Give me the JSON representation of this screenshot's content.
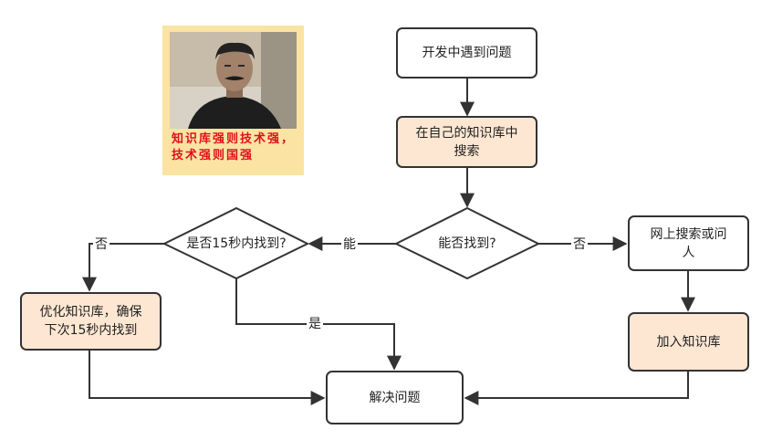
{
  "card": {
    "caption": "知识库强则技术强，\n技术强则国强"
  },
  "nodes": {
    "start": "开发中遇到问题",
    "search_kb": "在自己的知识库中\n搜索",
    "can_find": "能否找到?",
    "within_15s": "是否15秒内找到?",
    "web_search": "网上搜索或问\n人",
    "add_kb": "加入知识库",
    "optimize": "优化知识库，确保\n下次15秒内找到",
    "solve": "解决问题"
  },
  "edges": {
    "can_yes": "能",
    "can_no": "否",
    "fast_no": "否",
    "fast_yes": "是"
  },
  "colors": {
    "stroke": "#333333",
    "highlight_fill": "#fde7d2",
    "caption": "#e0101b",
    "card_bg": "#fbe3a3"
  }
}
